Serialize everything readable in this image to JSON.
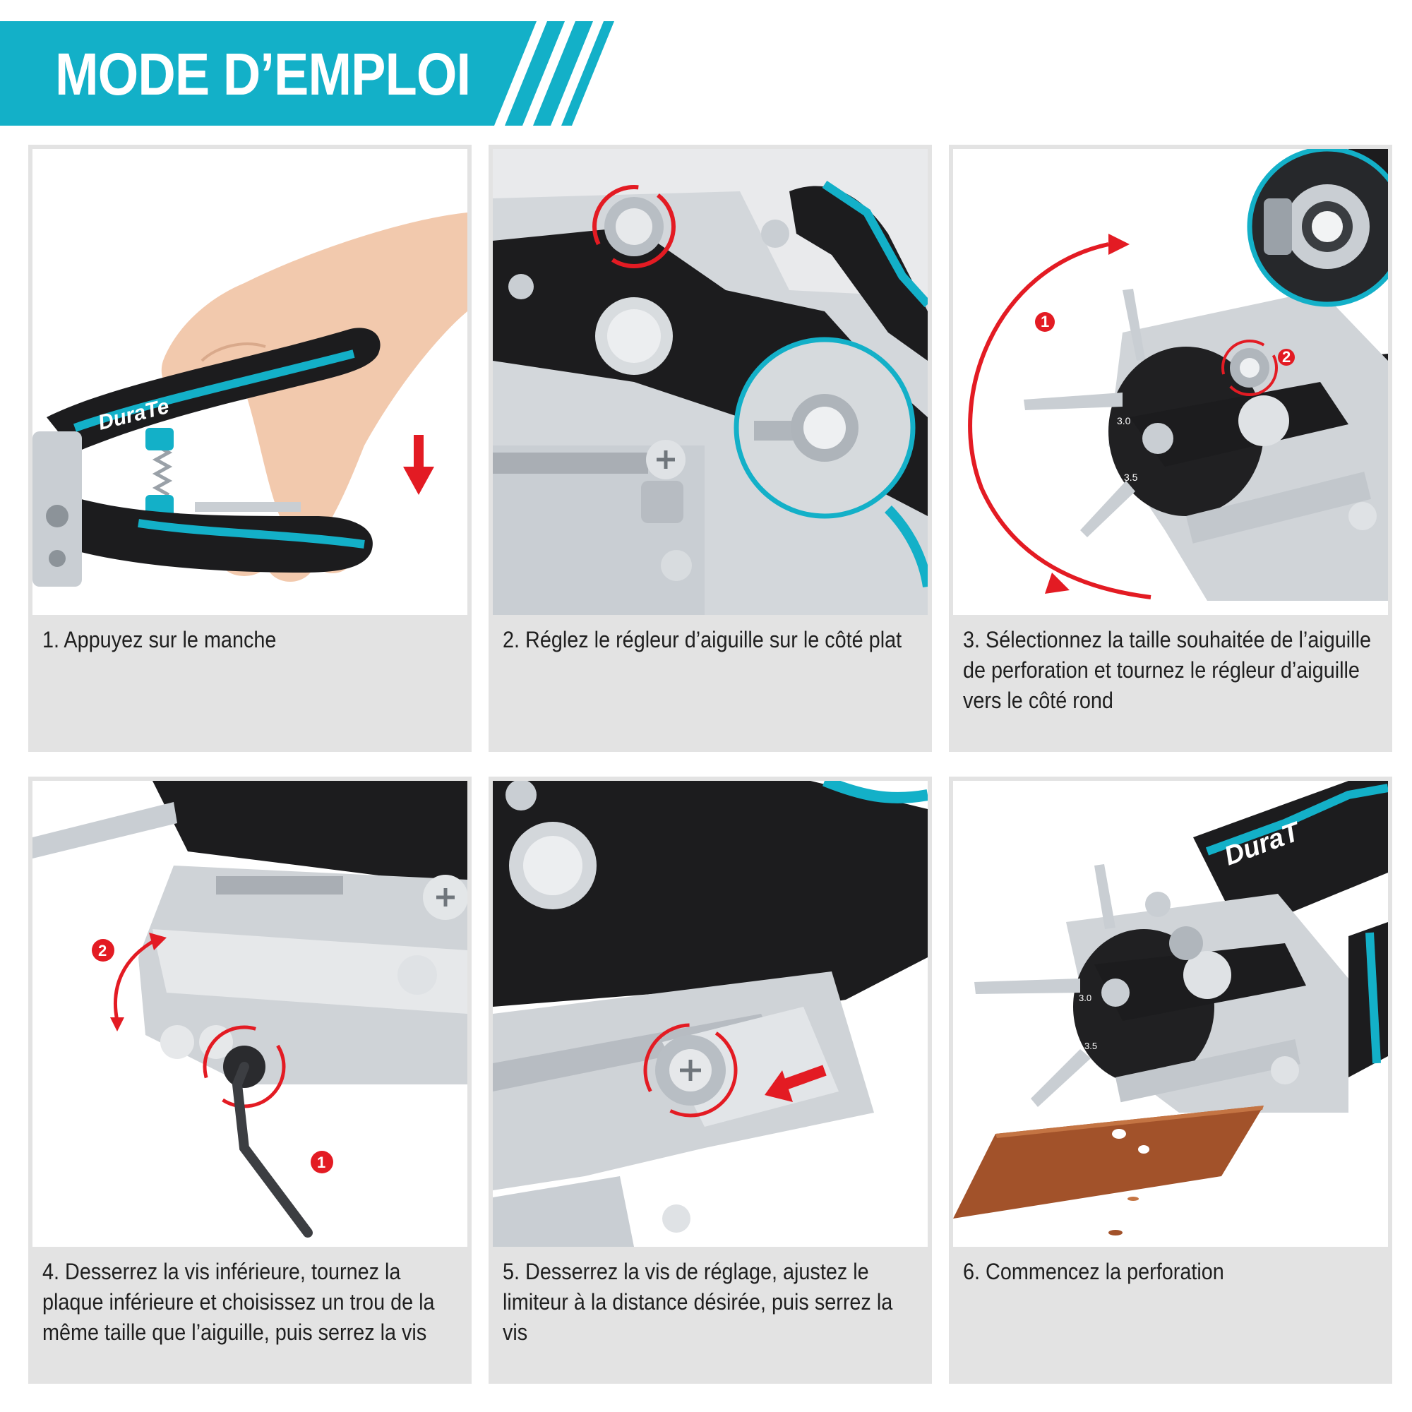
{
  "header": {
    "title": "MODE D’EMPLOI",
    "accent_color": "#13b0c8"
  },
  "brand": {
    "logo_text_1": "DuraTe",
    "logo_text_6": "DuraT"
  },
  "steps": [
    {
      "caption": "1. Appuyez sur le manche",
      "photo_icon": "hand-pressing-handle"
    },
    {
      "caption": "2. Réglez le régleur d’aiguille sur le côté plat",
      "photo_icon": "needle-adjuster-flat-side"
    },
    {
      "caption": "3. Sélectionnez la taille souhaitée de l’aiguille de perforation et tournez le régleur d’aiguille vers le côté rond",
      "photo_icon": "rotating-turret",
      "markers": [
        "1",
        "2"
      ],
      "size_labels": [
        "3.0",
        "3.5"
      ]
    },
    {
      "caption": "4. Desserrez la vis inférieure, tournez la plaque inférieure et choisissez un trou de la même taille que l’aiguille, puis serrez la vis",
      "photo_icon": "hex-key-bottom-screw",
      "markers": [
        "1",
        "2"
      ]
    },
    {
      "caption": "5. Desserrez la vis de réglage, ajustez le limiteur à la distance désirée, puis serrez la vis",
      "photo_icon": "adjusting-limiter-screw"
    },
    {
      "caption": "6. Commencez la perforation",
      "photo_icon": "punching-leather",
      "size_labels": [
        "3.0",
        "3.5"
      ]
    }
  ],
  "colors": {
    "accent": "#13b0c8",
    "marker_red": "#e31b23",
    "card_bg": "#e3e3e3",
    "handle_black": "#1c1c1e",
    "steel": "#c9ced3",
    "leather": "#a2522a"
  }
}
